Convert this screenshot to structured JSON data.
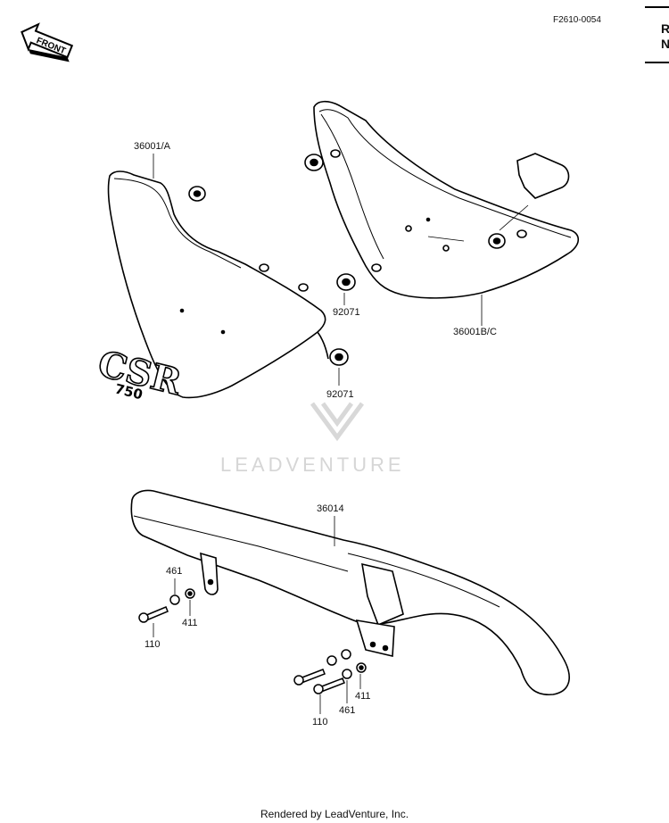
{
  "doc_code": "F2610-0054",
  "corner_text": [
    "R",
    "N"
  ],
  "front_label": "FRONT",
  "logo_text": "CSR",
  "logo_sub": "750",
  "watermark": "LEADVENTURE",
  "footer": "Rendered by LeadVenture, Inc.",
  "parts": {
    "cover_left": "36001/A",
    "cover_right": "36001B/C",
    "grommet_1": "92071",
    "grommet_2": "92071",
    "chain_case": "36014",
    "washer_461_top": "461",
    "washer_411_top": "411",
    "bolt_110_top": "110",
    "washer_411_bottom": "411",
    "washer_461_bottom": "461",
    "bolt_110_bottom": "110"
  }
}
